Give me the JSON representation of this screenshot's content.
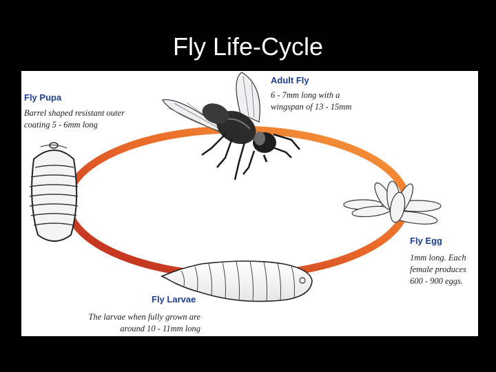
{
  "slide": {
    "title": "Fly Life-Cycle"
  },
  "stages": {
    "adult": {
      "title": "Adult Fly",
      "lines": [
        "6 - 7mm long with a",
        "wingspan of 13 - 15mm"
      ],
      "icon": "fly-icon"
    },
    "egg": {
      "title": "Fly Egg",
      "lines": [
        "1mm long. Each",
        "female produces",
        "600 - 900 eggs."
      ],
      "icon": "eggs-icon"
    },
    "larvae": {
      "title": "Fly Larvae",
      "lines": [
        "The larvae when fully grown are",
        "around 10 - 11mm long"
      ],
      "icon": "larva-icon"
    },
    "pupa": {
      "title": "Fly Pupa",
      "lines": [
        "Barrel shaped resistant outer",
        "coating 5 - 6mm long"
      ],
      "icon": "pupa-icon"
    }
  },
  "colors": {
    "background": "#000000",
    "panel": "#ffffff",
    "cycle_start": "#f08a2a",
    "cycle_end": "#c0291f",
    "stage_title": "#1d3f8c"
  }
}
